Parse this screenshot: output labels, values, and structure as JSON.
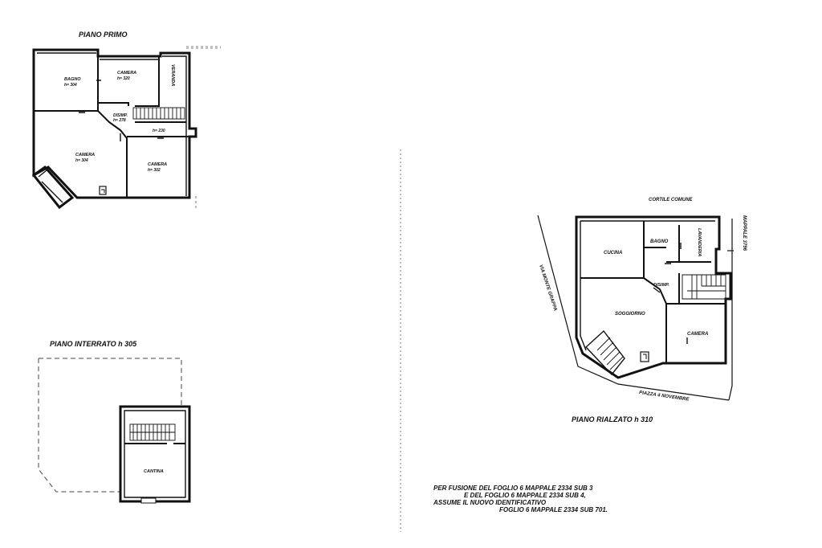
{
  "plans": {
    "primo": {
      "title": "PIANO PRIMO",
      "rooms": {
        "bagno": "BAGNO",
        "bagno_h": "h= 304",
        "camera_top": "CAMERA",
        "camera_top_h": "h= 320",
        "veranda": "VERANDA",
        "disimp": "DISIMP.",
        "disimp_h": "h= 278",
        "h230": "h= 230",
        "camera_left": "CAMERA",
        "camera_left_h": "h= 304",
        "camera_right": "CAMERA",
        "camera_right_h": "h= 302"
      }
    },
    "interrato": {
      "title": "PIANO INTERRATO  h 305",
      "rooms": {
        "cantina": "CANTINA"
      }
    },
    "rialzato": {
      "title": "PIANO RIALZATO  h 310",
      "labels": {
        "cortile": "CORTILE COMUNE",
        "mappale": "MAPPALE 3796",
        "via": "VIA MONTE GRAPPA",
        "piazza": "PIAZZA 4 NOVEMBRE"
      },
      "rooms": {
        "cucina": "CUCINA",
        "bagno": "BAGNO",
        "lavanderia": "LAVANDERIA",
        "disimp": "DISIMP.",
        "soggiorno": "SOGGIORNO",
        "camera": "CAMERA"
      }
    }
  },
  "note": {
    "line1": "PER FUSIONE DEL FOGLIO 6 MAPPALE 2334 SUB 3",
    "line2": "E DEL FOGLIO 6 MAPPALE 2334 SUB 4,",
    "line3": "ASSUME IL NUOVO IDENTIFICATIVO",
    "line4": "FOGLIO 6 MAPPALE 2334 SUB 701."
  }
}
